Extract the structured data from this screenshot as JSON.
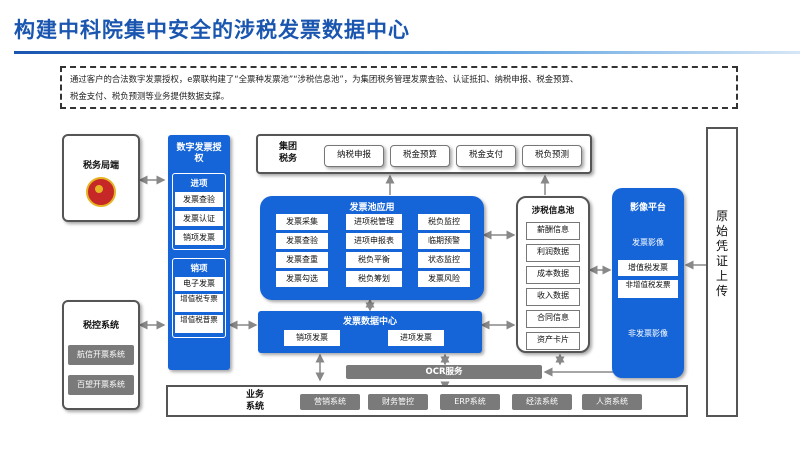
{
  "title": "构建中科院集中安全的涉税发票数据中心",
  "intro": {
    "line1": "通过客户的合法数字发票授权，e票联构建了“全票种发票池”“涉税信息池”，为集团税务管理发票查验、认证抵扣、纳税申报、税金预算、",
    "line2": "税金支付、税负预测等业务提供数据支撑。"
  },
  "tax_bureau": {
    "label": "税务局端",
    "emblem": "税务徽标"
  },
  "tax_control": {
    "label": "税控系统",
    "items": [
      "航信开票系统",
      "百望开票系统"
    ]
  },
  "digital_auth": {
    "title": "数字发票授权",
    "in_label": "进项",
    "in_items": [
      "发票查验",
      "发票认证",
      "销项发票"
    ],
    "out_label": "销项",
    "out_items": [
      "电子发票",
      "增值税专票",
      "增值税普票"
    ]
  },
  "group_tax": {
    "label": "集团税务",
    "items": [
      "纳税申报",
      "税金预算",
      "税金支付",
      "税负预测"
    ]
  },
  "pool_app": {
    "title": "发票池应用",
    "col1": [
      "发票采集",
      "发票查验",
      "发票查重",
      "发票勾选"
    ],
    "col2": [
      "进项税管理",
      "进项申报表",
      "税负平衡",
      "税负筹划"
    ],
    "col3": [
      "税负监控",
      "临期预警",
      "状态监控",
      "发票风险"
    ]
  },
  "data_center": {
    "title": "发票数据中心",
    "items": [
      "销项发票",
      "进项发票"
    ]
  },
  "tax_info_pool": {
    "title": "涉税信息池",
    "items": [
      "薪酬信息",
      "利润数据",
      "成本数据",
      "收入数据",
      "合同信息",
      "资产卡片"
    ]
  },
  "imaging": {
    "title": "影像平台",
    "items": [
      "发票影像",
      "增值税发票",
      "非增值税发票",
      "非发票影像"
    ]
  },
  "original_docs": {
    "label": "原始凭证上传"
  },
  "ocr": {
    "label": "OCR服务"
  },
  "business": {
    "label": "业务系统",
    "items": [
      "营销系统",
      "财务管控",
      "ERP系统",
      "经法系统",
      "人资系统"
    ]
  },
  "colors": {
    "title": "#1a56b0",
    "blue": "#1565d8",
    "gray": "#7a7a7a"
  }
}
